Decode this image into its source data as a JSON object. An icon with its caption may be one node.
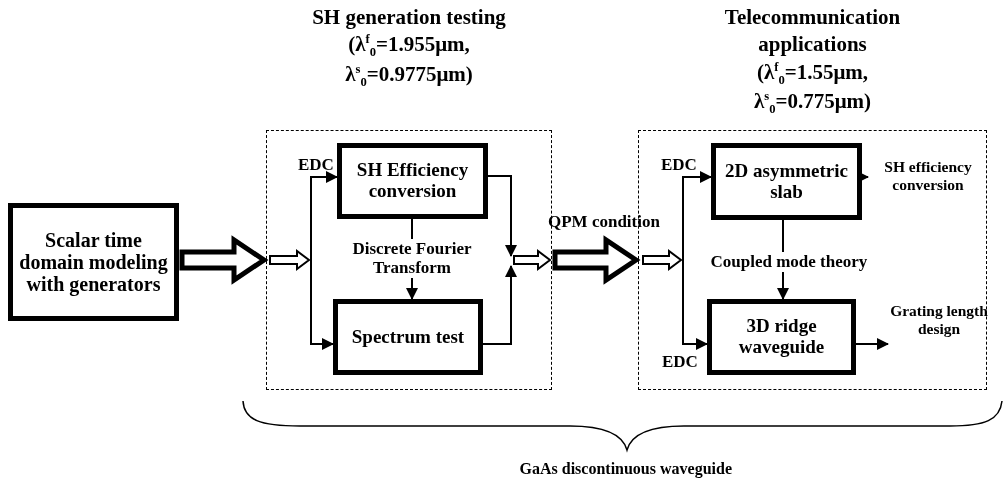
{
  "diagram": {
    "nodes": [
      {
        "text": [
          "Scalar time domain modeling with generators"
        ]
      },
      {
        "text": [
          "SH generation testing",
          "(λ$^{f}$$_{0}$=1.955μm, λ$^{s}$$_{0}$=0.9775μm)"
        ]
      },
      {
        "text": [
          "SH Efficiency conversion"
        ],
        "in": 1
      },
      {
        "text": [
          "Spectrum test"
        ],
        "in": 1
      },
      {
        "text": [
          "Telecommunication applications",
          "(λ$^{f}$$_{0}$=1.55μm, λ$^{s}$$_{0}$=0.775μm)"
        ]
      },
      {
        "text": [
          "2D asymmetric slab"
        ],
        "in": 4
      },
      {
        "text": [
          "3D ridge waveguide"
        ],
        "in": 4
      },
      {
        "text": [
          "SH efficiency conversion"
        ],
        "in": 4
      },
      {
        "text": [
          "Grating length design"
        ],
        "in": 4
      }
    ],
    "edges": [
      {
        "from": 0,
        "to": 1,
        "arrow": "to",
        "style": "thick"
      },
      {
        "from": null,
        "to": 2,
        "arrow": "to"
      },
      {
        "from": null,
        "to": 3,
        "arrow": "to"
      },
      {
        "from": 2,
        "to": 3,
        "arrow": "to",
        "label": "Discrete Fourier Transform"
      },
      {
        "from": 2,
        "to": null,
        "arrow": "to"
      },
      {
        "from": 3,
        "to": null,
        "arrow": "to"
      },
      {
        "from": 1,
        "to": 4,
        "arrow": "to",
        "style": "thick",
        "label": "QPM condition"
      },
      {
        "from": null,
        "to": 5,
        "arrow": "to"
      },
      {
        "from": null,
        "to": 6,
        "arrow": "to"
      },
      {
        "from": 5,
        "to": 6,
        "arrow": "to",
        "label": "Coupled mode theory"
      },
      {
        "from": 5,
        "to": 7,
        "arrow": "to"
      },
      {
        "from": 6,
        "to": 8,
        "arrow": "to"
      }
    ],
    "labels": [
      "EDC",
      "EDC",
      "EDC",
      "GaAs discontinuous waveguide"
    ]
  }
}
